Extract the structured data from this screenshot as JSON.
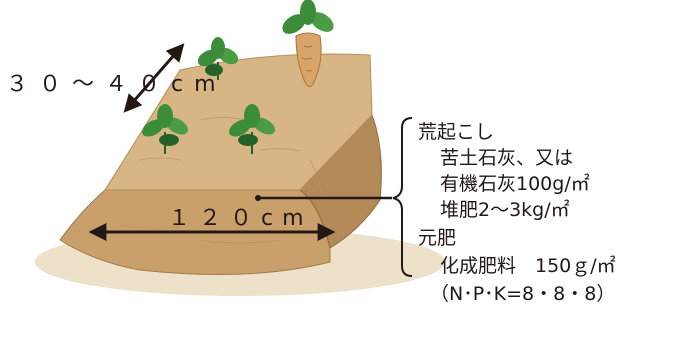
{
  "dimensions": {
    "bed_depth": "３０～４０cm",
    "bed_width": "１２０cm"
  },
  "notes": {
    "rough_tillage": {
      "heading": "荒起こし",
      "lines": [
        "苦土石灰、又は",
        "有機石灰100g/㎡",
        "堆肥2～3kg/㎡"
      ]
    },
    "base_fertilizer": {
      "heading": "元肥",
      "lines": [
        "化成肥料　150ｇ/㎡",
        "（N･P･K=8・8・8）"
      ]
    }
  },
  "colors": {
    "soil_top": "#d8b584",
    "soil_front": "#c9a06c",
    "soil_side": "#b48a58",
    "leaf": "#3c8c3a",
    "leaf_dark": "#25612a",
    "root": "#d9a46a",
    "ink": "#231815"
  },
  "icons": [
    "seedling-icon",
    "beet-root-icon",
    "double-arrow-icon",
    "bracket-icon"
  ]
}
